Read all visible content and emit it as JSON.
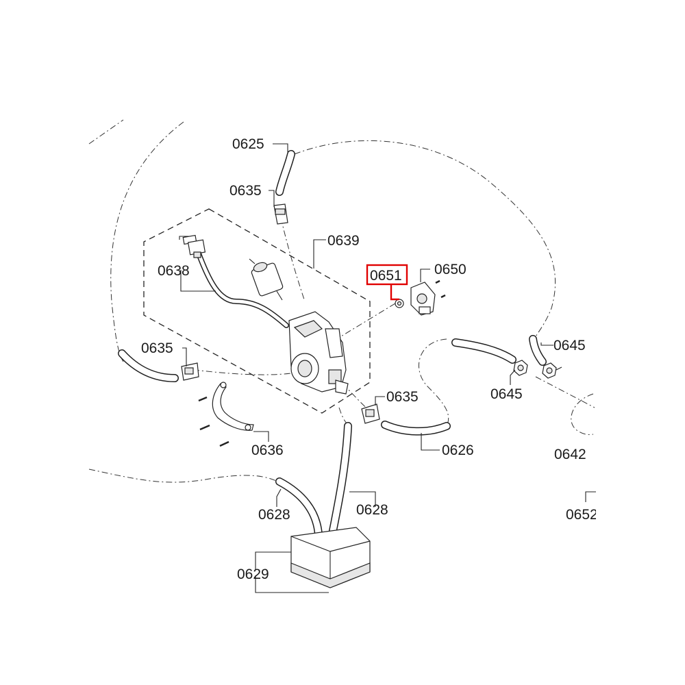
{
  "labels": {
    "p0625": "0625",
    "p0635_top": "0635",
    "p0639": "0639",
    "p0638": "0638",
    "p0651": "0651",
    "p0650": "0650",
    "p0635_left": "0635",
    "p0645_right": "0645",
    "p0645_left": "0645",
    "p0635_mid": "0635",
    "p0636": "0636",
    "p0626": "0626",
    "p0642": "0642",
    "p0628_left": "0628",
    "p0628_right": "0628",
    "p0652": "0652",
    "p0629": "0629"
  },
  "highlight": {
    "part": "0651",
    "color": "#e00000"
  }
}
